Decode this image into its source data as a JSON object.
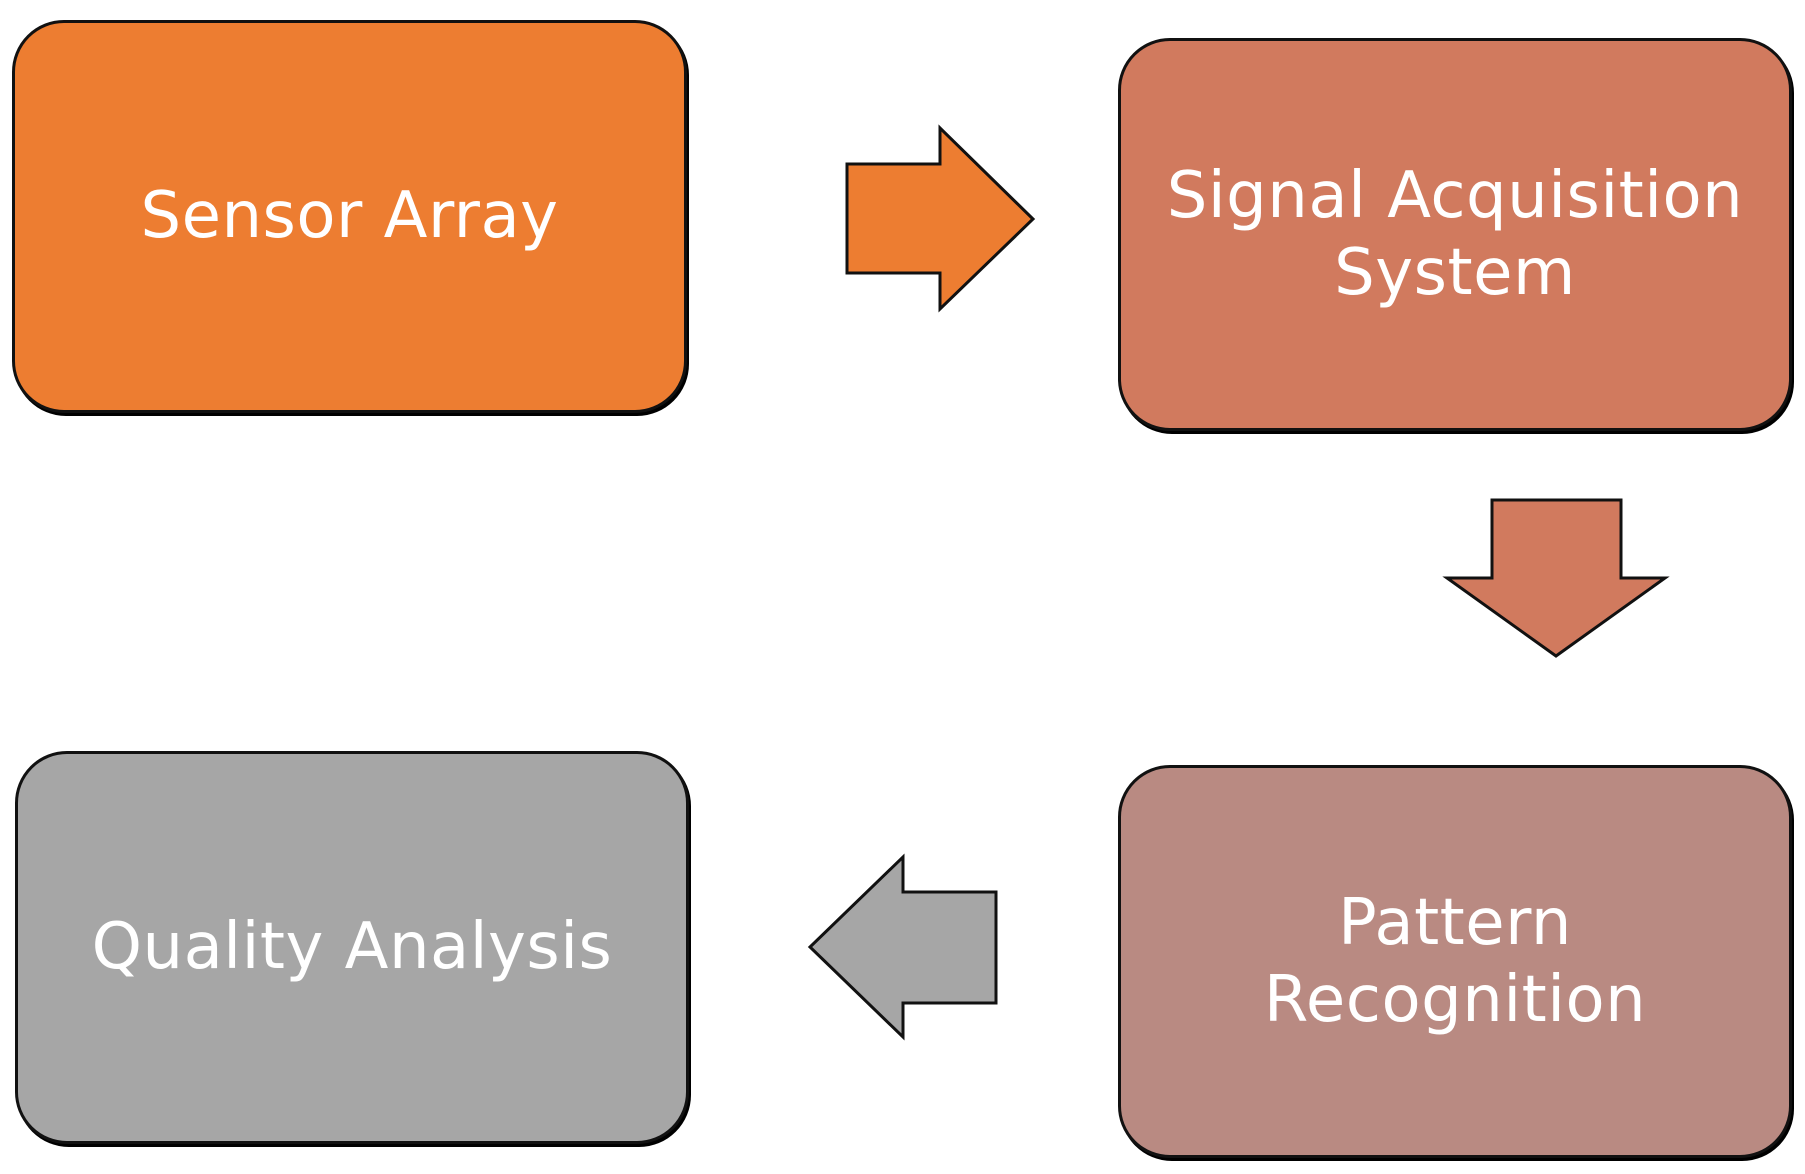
{
  "colors": {
    "sensor": "#ED7D31",
    "signal": "#D17A5E",
    "pattern": "#B98A82",
    "quality": "#A6A6A6",
    "outline": "#111111",
    "text": "#ffffff"
  },
  "nodes": {
    "sensor_array": {
      "label": "Sensor Array"
    },
    "signal_acquisition": {
      "label": "Signal Acquisition System"
    },
    "pattern_recognition": {
      "label": "Pattern Recognition"
    },
    "quality_analysis": {
      "label": "Quality Analysis"
    }
  },
  "edges": [
    {
      "from": "sensor_array",
      "to": "signal_acquisition",
      "direction": "right",
      "color": "#ED7D31"
    },
    {
      "from": "signal_acquisition",
      "to": "pattern_recognition",
      "direction": "down",
      "color": "#D17A5E"
    },
    {
      "from": "pattern_recognition",
      "to": "quality_analysis",
      "direction": "left",
      "color": "#A6A6A6"
    }
  ]
}
